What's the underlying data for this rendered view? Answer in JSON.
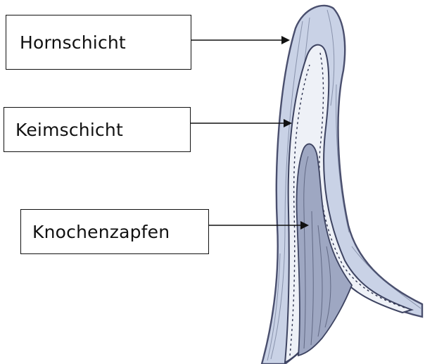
{
  "labels": {
    "horn": "Hornschicht",
    "keim": "Keimschicht",
    "knochen": "Knochenzapfen"
  },
  "colors": {
    "ink": "#111111",
    "horn_fill": "#c9d2e6",
    "horn_stroke": "#4a4f6e",
    "keim_fill": "#eef1f7",
    "bone_fill": "#9ea7c2",
    "hatch": "#56607e"
  }
}
